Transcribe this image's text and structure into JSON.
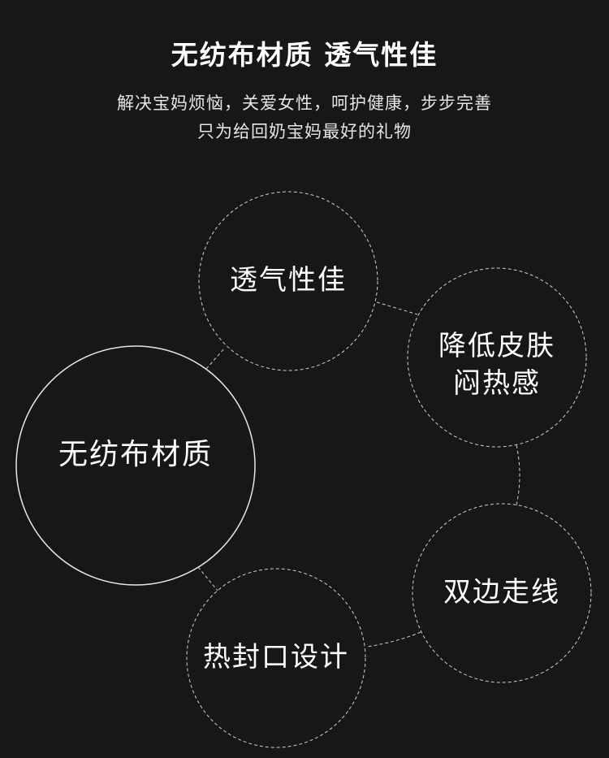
{
  "header": {
    "title": "无纺布材质  透气性佳",
    "subtitle_line1": "解决宝妈烦恼，关爱女性，呵护健康，步步完善",
    "subtitle_line2": "只为给回奶宝妈最好的礼物"
  },
  "diagram": {
    "center": {
      "label": "无纺布材质"
    },
    "nodes": [
      {
        "line1": "透气性佳"
      },
      {
        "line1": "降低皮肤",
        "line2": "闷热感"
      },
      {
        "line1": "双边走线"
      },
      {
        "line1": "热封口设计"
      }
    ]
  },
  "colors": {
    "background": "#171717",
    "text": "#ffffff",
    "stroke": "#cfcfcf"
  }
}
